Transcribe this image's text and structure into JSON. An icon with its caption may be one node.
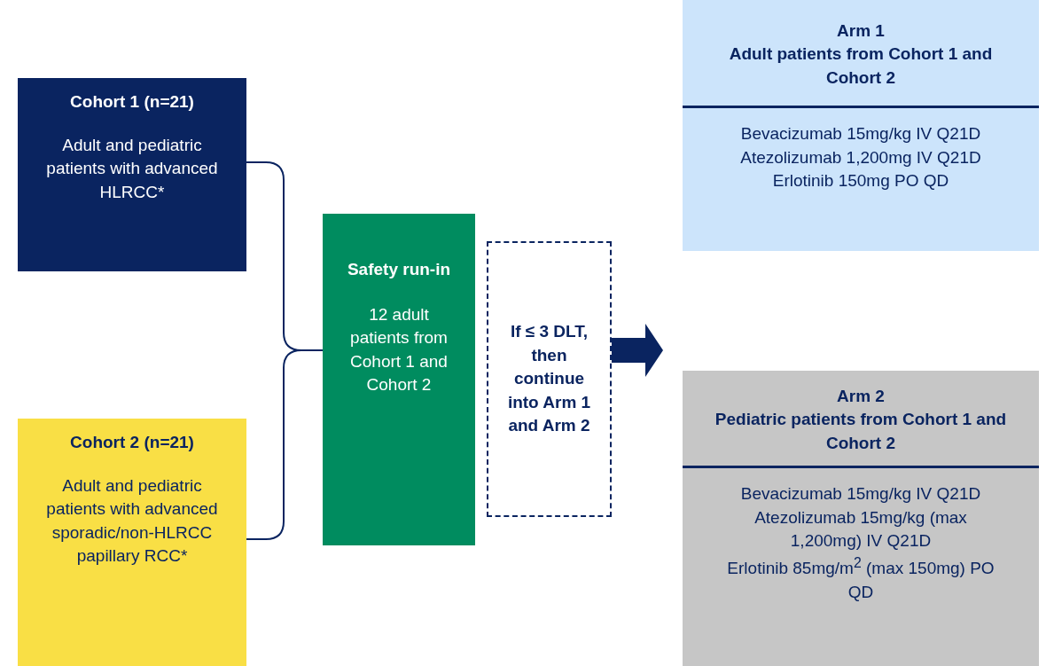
{
  "diagram": {
    "nodes": [
      {
        "text": [
          "Cohort 1 (n=21)",
          "Adult and pediatric patients with advanced HLRCC*"
        ]
      },
      {
        "text": [
          "Cohort 2 (n=21)",
          "Adult and pediatric patients with advanced sporadic/non-HLRCC papillary RCC*"
        ]
      },
      {
        "text": [
          "Safety run-in",
          "12 adult patients from Cohort 1 and Cohort 2"
        ]
      },
      {
        "text": [
          "If ≤ 3 DLT, then continue into Arm 1 and Arm 2"
        ]
      },
      {
        "text": [
          "Arm 1",
          "Adult patients from Cohort 1 and Cohort 2",
          "Bevacizumab 15mg/kg IV Q21D",
          "Atezolizumab 1,200mg IV Q21D",
          "Erlotinib 150mg PO QD"
        ]
      },
      {
        "text": [
          "Arm 2",
          "Pediatric patients from Cohort 1 and Cohort 2",
          "Bevacizumab 15mg/kg IV Q21D",
          "Atezolizumab 15mg/kg (max 1,200mg) IV Q21D",
          "Erlotinib 85mg/m$^{2}$ (max 150mg) PO QD"
        ]
      }
    ],
    "edges": [
      {
        "from": 0,
        "to": 2,
        "arrow": "none"
      },
      {
        "from": 1,
        "to": 2,
        "arrow": "none"
      },
      {
        "from": 3,
        "to": null,
        "arrow": "to"
      }
    ]
  }
}
